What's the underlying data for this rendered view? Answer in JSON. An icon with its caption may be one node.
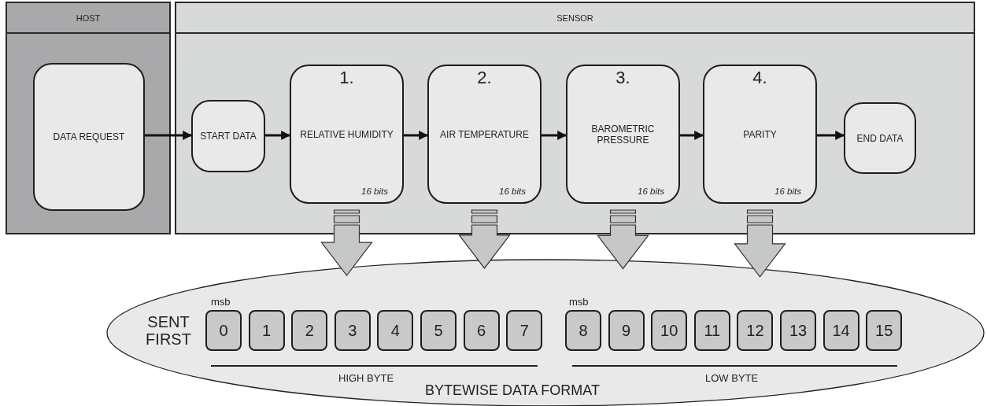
{
  "diagram": {
    "nodes": [
      {
        "text": [
          "HOST"
        ]
      },
      {
        "text": [
          "SENSOR"
        ]
      },
      {
        "text": [
          "DATA REQUEST"
        ],
        "in": 0
      },
      {
        "text": [
          "START DATA"
        ],
        "in": 1
      },
      {
        "text": [
          "1.",
          "RELATIVE HUMIDITY",
          "16 bits"
        ],
        "in": 1
      },
      {
        "text": [
          "2.",
          "AIR TEMPERATURE",
          "16 bits"
        ],
        "in": 1
      },
      {
        "text": [
          "3.",
          "BAROMETRIC PRESSURE",
          "16 bits"
        ],
        "in": 1
      },
      {
        "text": [
          "4.",
          "PARITY",
          "16 bits"
        ],
        "in": 1
      },
      {
        "text": [
          "END DATA"
        ],
        "in": 1
      },
      {
        "text": [
          "BYTEWISE DATA FORMAT"
        ]
      },
      {
        "text": [
          "0"
        ],
        "in": 9
      },
      {
        "text": [
          "1"
        ],
        "in": 9
      },
      {
        "text": [
          "2"
        ],
        "in": 9
      },
      {
        "text": [
          "3"
        ],
        "in": 9
      },
      {
        "text": [
          "4"
        ],
        "in": 9
      },
      {
        "text": [
          "5"
        ],
        "in": 9
      },
      {
        "text": [
          "6"
        ],
        "in": 9
      },
      {
        "text": [
          "7"
        ],
        "in": 9
      },
      {
        "text": [
          "8"
        ],
        "in": 9
      },
      {
        "text": [
          "9"
        ],
        "in": 9
      },
      {
        "text": [
          "10"
        ],
        "in": 9
      },
      {
        "text": [
          "11"
        ],
        "in": 9
      },
      {
        "text": [
          "12"
        ],
        "in": 9
      },
      {
        "text": [
          "13"
        ],
        "in": 9
      },
      {
        "text": [
          "14"
        ],
        "in": 9
      },
      {
        "text": [
          "15"
        ],
        "in": 9
      }
    ],
    "edges": [
      {
        "from": 2,
        "to": 3,
        "arrow": "to"
      },
      {
        "from": 3,
        "to": 4,
        "arrow": "to"
      },
      {
        "from": 4,
        "to": 5,
        "arrow": "to"
      },
      {
        "from": 5,
        "to": 6,
        "arrow": "to"
      },
      {
        "from": 6,
        "to": 7,
        "arrow": "to"
      },
      {
        "from": 7,
        "to": 8,
        "arrow": "to"
      },
      {
        "from": 4,
        "to": 9,
        "arrow": "to",
        "style": "thick"
      },
      {
        "from": 5,
        "to": 9,
        "arrow": "to",
        "style": "thick"
      },
      {
        "from": 6,
        "to": 9,
        "arrow": "to",
        "style": "thick"
      },
      {
        "from": 7,
        "to": 9,
        "arrow": "to",
        "style": "thick"
      }
    ],
    "labels": [
      "msb",
      "msb",
      "SENT FIRST",
      "HIGH BYTE",
      "LOW BYTE"
    ]
  }
}
